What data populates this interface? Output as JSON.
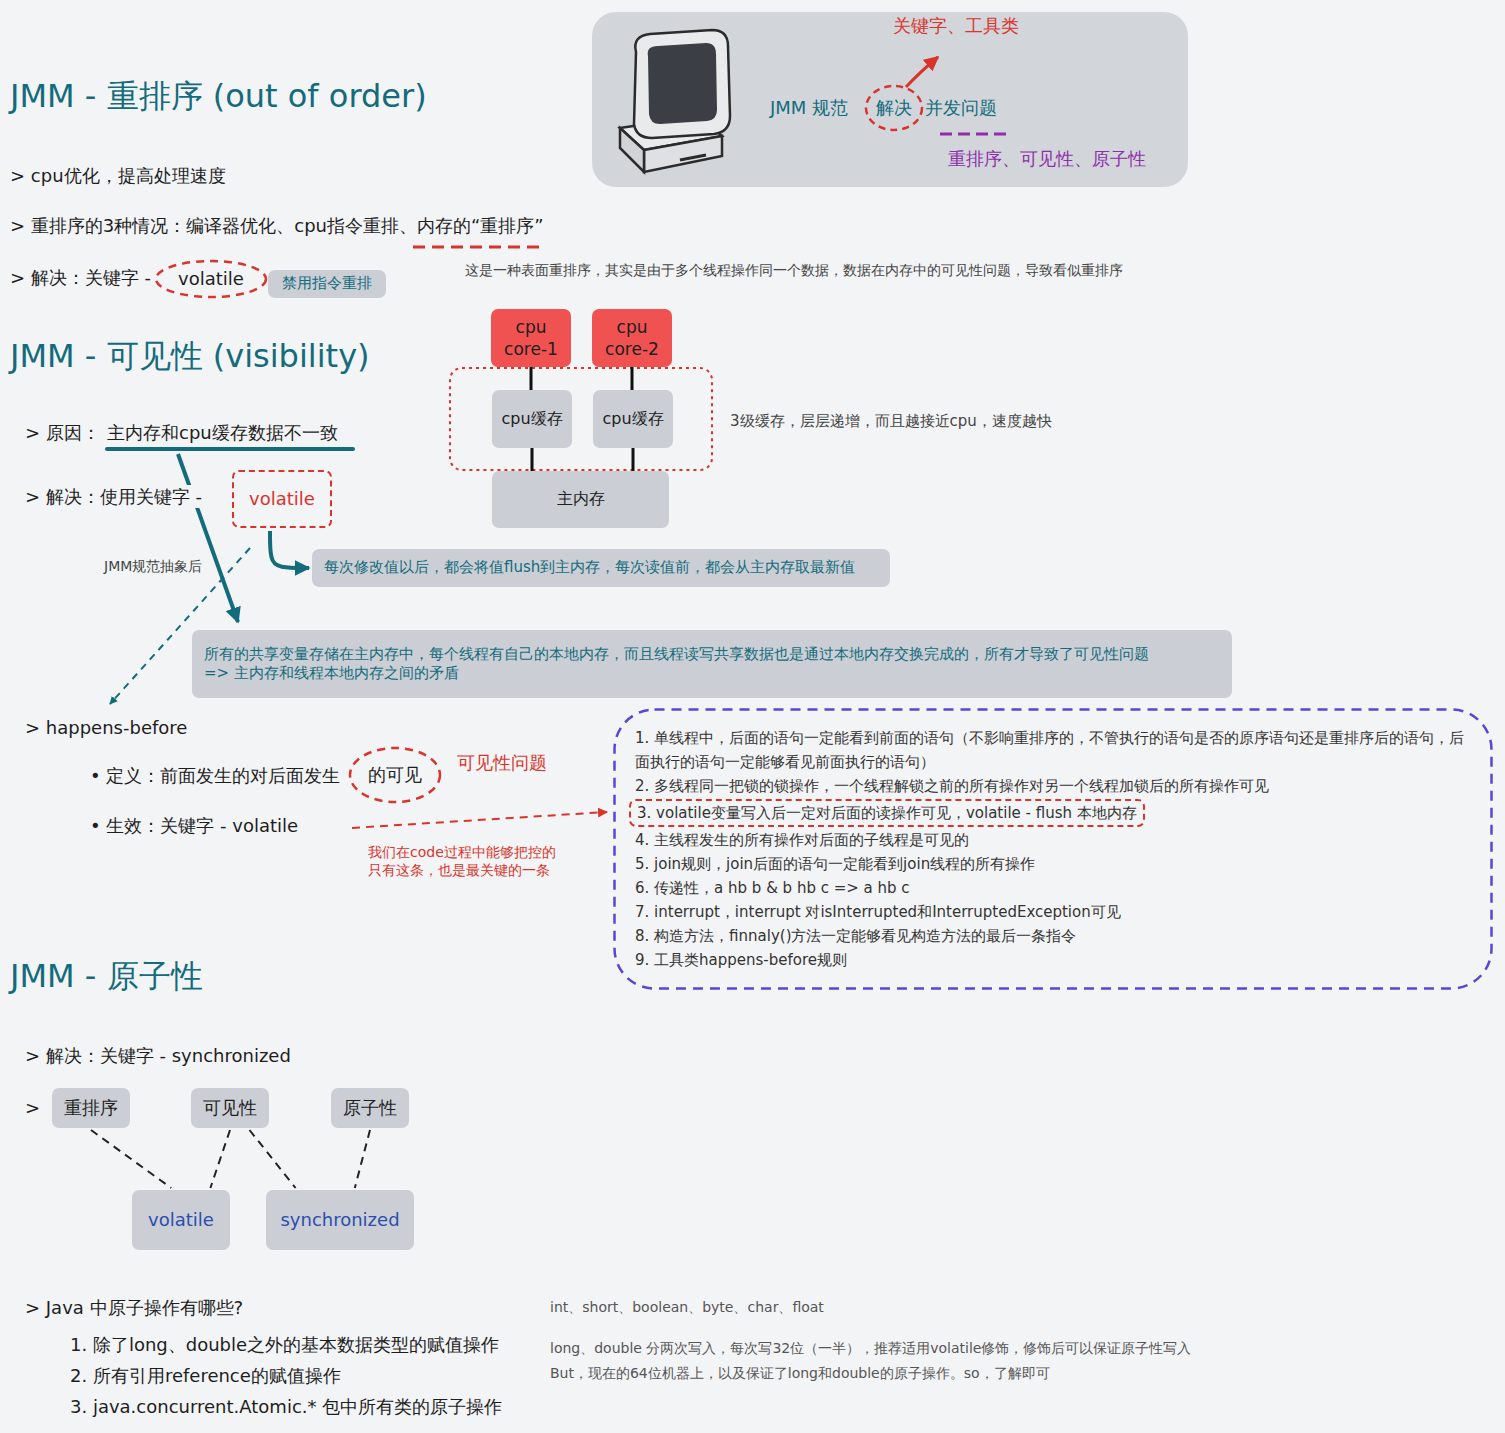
{
  "diagram": {
    "nodes": [
      {
        "text": [
          "关键字、工具类",
          "JMM 规范",
          "解决",
          "并发问题",
          "重排序、可见性、原子性"
        ]
      },
      {
        "text": [
          "volatile"
        ]
      },
      {
        "text": [
          "禁用指令重排"
        ]
      },
      {
        "text": [
          "cpu core-1"
        ]
      },
      {
        "text": [
          "cpu core-2"
        ]
      },
      {
        "text": [
          "cpu缓存"
        ]
      },
      {
        "text": [
          "cpu缓存"
        ]
      },
      {
        "text": [
          "主内存"
        ]
      },
      {
        "text": [
          "volatile"
        ]
      },
      {
        "text": [
          "每次修改值以后，都会将值flush到主内存，每次读值前，都会从主内存取最新值"
        ]
      },
      {
        "text": [
          "所有的共享变量存储在主内存中，每个线程有自己的本地内存，而且线程读写共享数据也是通过本地内存交换完成的，所有才导致了可见性问题",
          "=> 主内存和线程本地内存之间的矛盾"
        ]
      },
      {
        "text": [
          "的可见"
        ]
      },
      {
        "text": [
          "1. 单线程中，后面的语句一定能看到前面的语句（不影响重排序的，不管执行的语句是否的原序语句还是重排序后的语句，后面执行的语句一定能够看见前面执行的语句）",
          "2. 多线程同一把锁的锁操作，一个线程解锁之前的所有操作对另一个线程加锁后的所有操作可见",
          "4. 主线程发生的所有操作对后面的子线程是可见的",
          "5. join规则，join后面的语句一定能看到join线程的所有操作",
          "6. 传递性，a hb b & b hb c => a hb c",
          "7. interrupt，interrupt 对isInterrupted和InterruptedException可见",
          "8. 构造方法，finnaly()方法一定能够看见构造方法的最后一条指令",
          "9. 工具类happens-before规则"
        ]
      },
      {
        "text": [
          "3. volatile变量写入后一定对后面的读操作可见，volatile - flush 本地内存"
        ],
        "in": 12
      },
      {
        "text": [
          "重排序"
        ]
      },
      {
        "text": [
          "可见性"
        ]
      },
      {
        "text": [
          "原子性"
        ]
      },
      {
        "text": [
          "volatile"
        ]
      },
      {
        "text": [
          "synchronized"
        ]
      }
    ],
    "edges": [
      {
        "from": 3,
        "to": 5,
        "arrow": "none"
      },
      {
        "from": 4,
        "to": 6,
        "arrow": "none"
      },
      {
        "from": 5,
        "to": 7,
        "arrow": "none"
      },
      {
        "from": 6,
        "to": 7,
        "arrow": "none"
      },
      {
        "from": 8,
        "to": 9,
        "arrow": "to"
      },
      {
        "from": 14,
        "to": 17,
        "arrow": "none"
      },
      {
        "from": 15,
        "to": 17,
        "arrow": "none"
      },
      {
        "from": 15,
        "to": 18,
        "arrow": "none"
      },
      {
        "from": 16,
        "to": 18,
        "arrow": "none"
      }
    ],
    "labels": [
      "JMM - 重排序 (out of order)",
      "> cpu优化，提高处理速度",
      "> 重排序的3种情况：编译器优化、cpu指令重排、内存的“重排序”",
      "> 解决：关键字 -",
      "这是一种表面重排序，其实是由于多个线程操作同一个数据，数据在内存中的可见性问题，导致看似重排序",
      "JMM - 可见性 (visibility)",
      "3级缓存，层层递增，而且越接近cpu，速度越快",
      "> 原因：",
      "主内存和cpu缓存数据不一致",
      "> 解决：使用关键字 -",
      "JMM规范抽象后",
      "> happens-before",
      "• 定义：前面发生的对后面发生",
      "可见性问题",
      "• 生效：关键字 - volatile",
      "我们在code过程中能够把控的 只有这条，也是最关键的一条",
      "JMM - 原子性",
      "> 解决：关键字 - synchronized",
      ">",
      "> Java 中原子操作有哪些?",
      "1. 除了long、double之外的基本数据类型的赋值操作",
      "2. 所有引用reference的赋值操作",
      "3. java.concurrent.Atomic.* 包中所有类的原子操作",
      "int、short、boolean、byte、char、float",
      "long、double 分两次写入，每次写32位（一半），推荐适用volatile修饰，修饰后可以保证原子性写入",
      "But，现在的64位机器上，以及保证了long和double的原子操作。so，了解即可"
    ]
  }
}
